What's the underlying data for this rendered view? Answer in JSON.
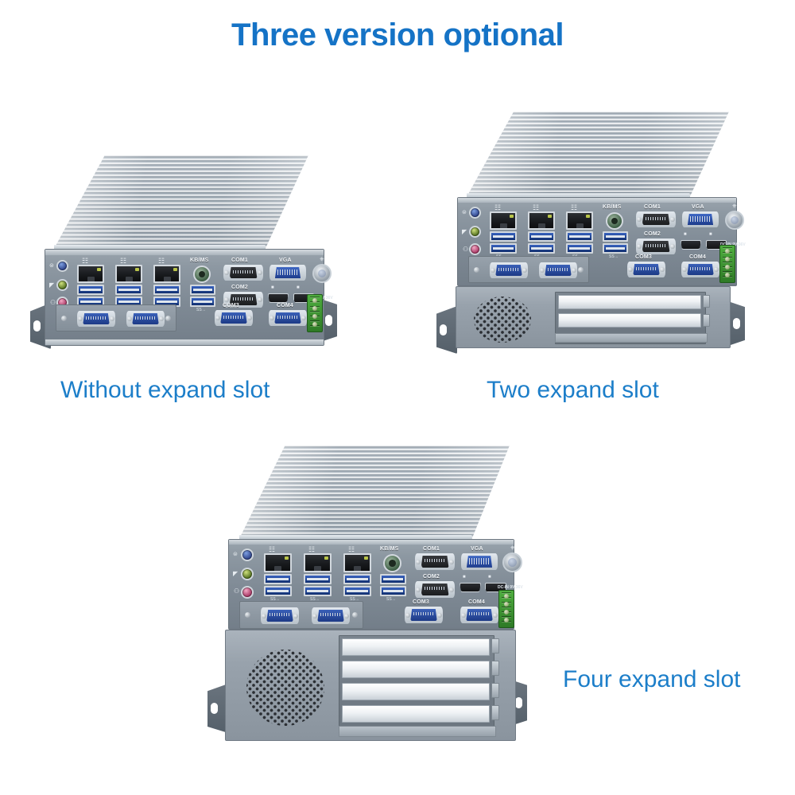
{
  "page": {
    "title": "Three version optional",
    "title_color": "#1573c6",
    "caption_color": "#1c7ec9",
    "background": "#ffffff"
  },
  "units": [
    {
      "id": "unit-without-slot",
      "caption": "Without expand slot",
      "expansion_slots": 0,
      "io_panel": {
        "audio_jacks": [
          {
            "name": "line-in",
            "color": "#3a5fb5",
            "icon": "line-in-icon"
          },
          {
            "name": "line-out",
            "color": "#8fae2e",
            "icon": "headphone-icon"
          },
          {
            "name": "mic-in",
            "color": "#d45f94",
            "icon": "microphone-icon"
          }
        ],
        "lan_ports": [
          {
            "label": "LAN3",
            "icon": "network-icon"
          },
          {
            "label": "LAN2",
            "icon": "network-icon"
          },
          {
            "label": "LAN1",
            "icon": "network-icon"
          }
        ],
        "ps2_label": "KB/MS",
        "usb_label": "SS",
        "usb_count": 8,
        "serial_ports": [
          "COM1",
          "COM2",
          "COM3",
          "COM4"
        ],
        "serial_expansion_ports": 2,
        "video_ports": [
          {
            "label": "VGA",
            "type": "vga"
          },
          {
            "label": "",
            "type": "hdmi",
            "icon": "hdmi-icon"
          },
          {
            "label": "",
            "type": "displayport",
            "icon": "displayport-icon"
          }
        ],
        "power_button": {
          "icon": "power-icon"
        },
        "dc_in_label": "DC-IN 9V-36V"
      }
    },
    {
      "id": "unit-two-slot",
      "caption": "Two expand slot",
      "expansion_slots": 2,
      "io_panel": {
        "audio_jacks": [
          {
            "name": "line-in",
            "color": "#3a5fb5",
            "icon": "line-in-icon"
          },
          {
            "name": "line-out",
            "color": "#8fae2e",
            "icon": "headphone-icon"
          },
          {
            "name": "mic-in",
            "color": "#d45f94",
            "icon": "microphone-icon"
          }
        ],
        "lan_ports": [
          {
            "label": "LAN3",
            "icon": "network-icon"
          },
          {
            "label": "LAN2",
            "icon": "network-icon"
          },
          {
            "label": "LAN1",
            "icon": "network-icon"
          }
        ],
        "ps2_label": "KB/MS",
        "usb_label": "SS",
        "usb_count": 8,
        "serial_ports": [
          "COM1",
          "COM2",
          "COM3",
          "COM4"
        ],
        "serial_expansion_ports": 2,
        "video_ports": [
          {
            "label": "VGA",
            "type": "vga"
          },
          {
            "label": "",
            "type": "hdmi",
            "icon": "hdmi-icon"
          },
          {
            "label": "",
            "type": "displayport",
            "icon": "displayport-icon"
          }
        ],
        "power_button": {
          "icon": "power-icon"
        },
        "dc_in_label": "DC-IN 9V-36V"
      }
    },
    {
      "id": "unit-four-slot",
      "caption": "Four expand slot",
      "expansion_slots": 4,
      "io_panel": {
        "audio_jacks": [
          {
            "name": "line-in",
            "color": "#3a5fb5",
            "icon": "line-in-icon"
          },
          {
            "name": "line-out",
            "color": "#8fae2e",
            "icon": "headphone-icon"
          },
          {
            "name": "mic-in",
            "color": "#d45f94",
            "icon": "microphone-icon"
          }
        ],
        "lan_ports": [
          {
            "label": "LAN3",
            "icon": "network-icon"
          },
          {
            "label": "LAN2",
            "icon": "network-icon"
          },
          {
            "label": "LAN1",
            "icon": "network-icon"
          }
        ],
        "ps2_label": "KB/MS",
        "usb_label": "SS",
        "usb_count": 8,
        "serial_ports": [
          "COM1",
          "COM2",
          "COM3",
          "COM4"
        ],
        "serial_expansion_ports": 2,
        "video_ports": [
          {
            "label": "VGA",
            "type": "vga"
          },
          {
            "label": "",
            "type": "hdmi",
            "icon": "hdmi-icon"
          },
          {
            "label": "",
            "type": "displayport",
            "icon": "displayport-icon"
          }
        ],
        "power_button": {
          "icon": "power-icon"
        },
        "dc_in_label": "DC-IN 9V-36V"
      }
    }
  ]
}
